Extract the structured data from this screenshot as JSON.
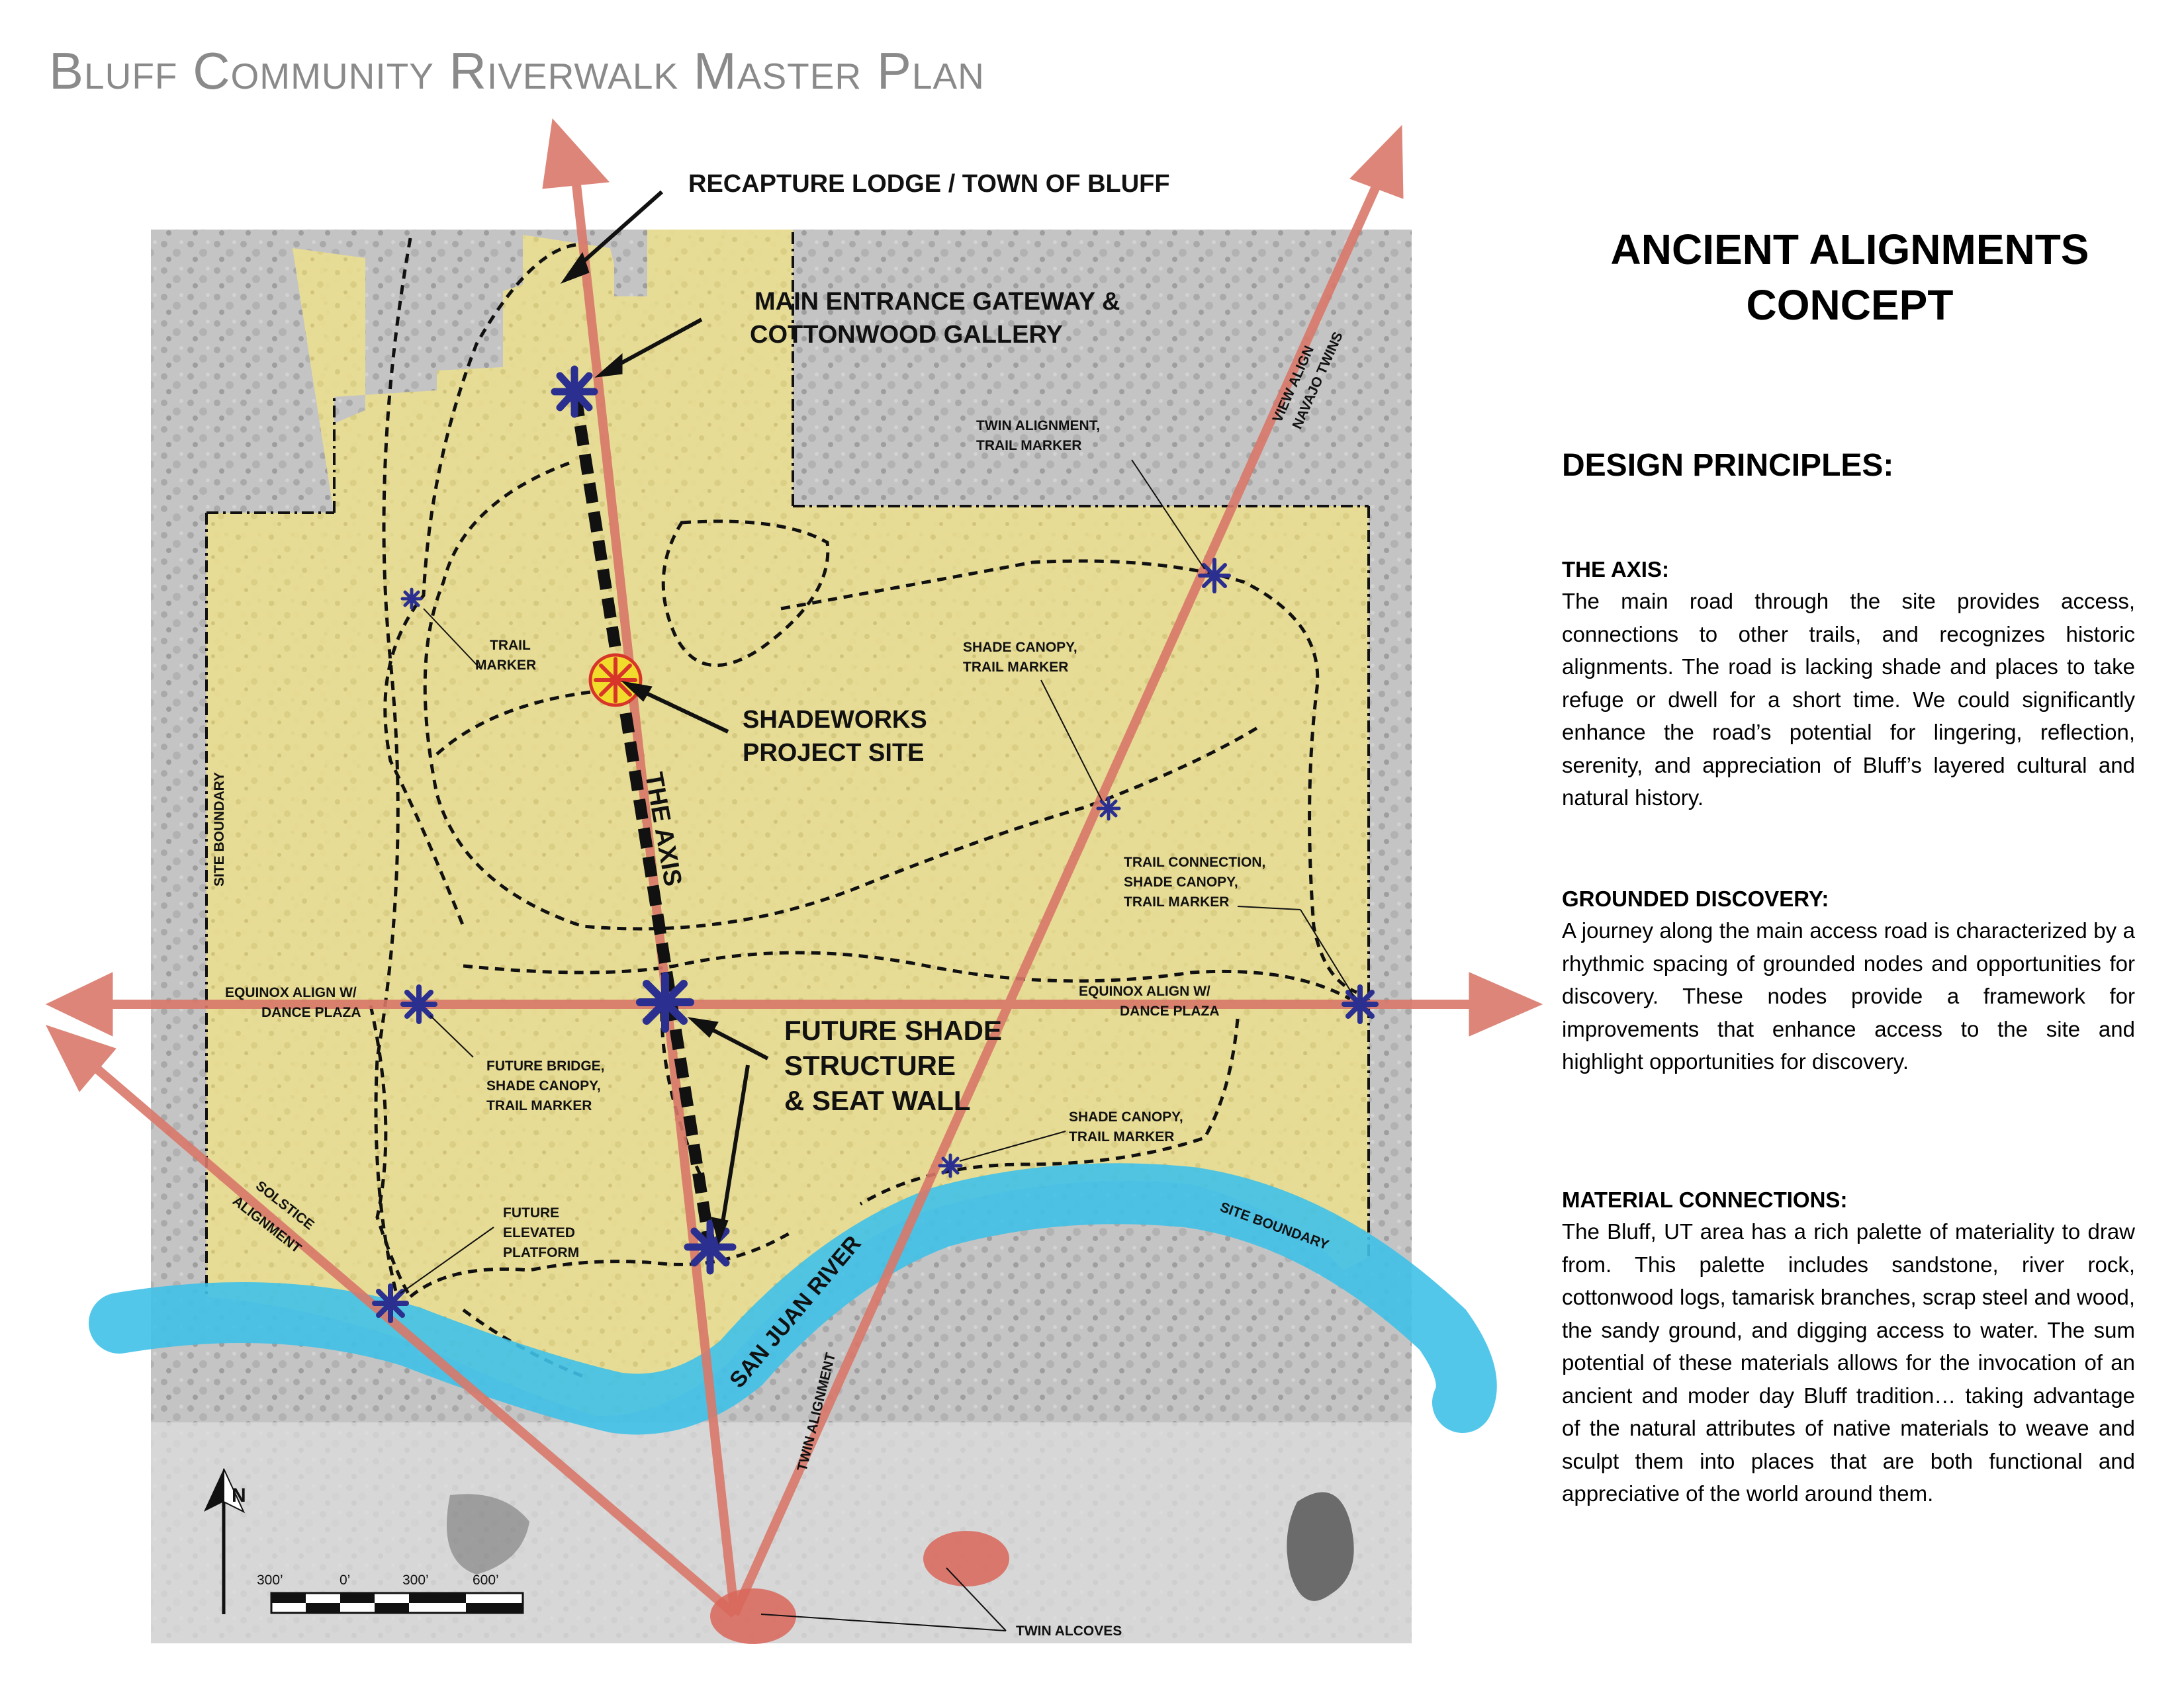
{
  "title": "Bluff Community Riverwalk Master Plan",
  "concept_title": "ANCIENT ALIGNMENTS\nCONCEPT",
  "design_principles_heading": "DESIGN PRINCIPLES:",
  "sections": [
    {
      "heading": "THE AXIS:",
      "body": "The main road through the site provides access, connections to other trails, and recognizes historic alignments. The road is lacking shade and places to take refuge or dwell for a short time.  We could significantly enhance the road’s potential for lingering, reflection, serenity, and appreciation of Bluff’s layered cultural and natural history."
    },
    {
      "heading": "GROUNDED DISCOVERY:",
      "body": "A journey along the main access road is characterized by a rhythmic spacing of grounded nodes and opportunities for discovery.  These nodes provide a framework for improvements that enhance access to the site and highlight opportunities for discovery."
    },
    {
      "heading": "MATERIAL CONNECTIONS:",
      "body": "The Bluff, UT area has a rich palette of materiality to draw from.  This palette includes sandstone, river rock, cottonwood logs, tamarisk branches, scrap steel and wood, the sandy ground, and digging access to water.  The sum potential of these materials allows for the invocation of an ancient and moder day Bluff tradition… taking advantage of the natural attributes of native materials to weave and sculpt them into places that are both functional and appreciative of the world around them."
    }
  ],
  "map_labels": {
    "recapture": "RECAPTURE LODGE / TOWN OF BLUFF",
    "main_entrance_1": "MAIN ENTRANCE GATEWAY &",
    "main_entrance_2": "COTTONWOOD GALLERY",
    "shadeworks_1": "SHADEWORKS",
    "shadeworks_2": "PROJECT SITE",
    "the_axis": "THE AXIS",
    "future_shade_1": "FUTURE SHADE",
    "future_shade_2": "STRUCTURE",
    "future_shade_3": "& SEAT WALL",
    "trail_marker_1": "TRAIL",
    "trail_marker_2": "MARKER",
    "site_boundary_left": "SITE BOUNDARY",
    "site_boundary_right": "SITE BOUNDARY",
    "equinox_left_1": "EQUINOX ALIGN W/",
    "equinox_left_2": "DANCE PLAZA",
    "equinox_right_1": "EQUINOX ALIGN W/",
    "equinox_right_2": "DANCE PLAZA",
    "future_bridge_1": "FUTURE BRIDGE,",
    "future_bridge_2": "SHADE CANOPY,",
    "future_bridge_3": "TRAIL MARKER",
    "future_elevated_1": "FUTURE",
    "future_elevated_2": "ELEVATED",
    "future_elevated_3": "PLATFORM",
    "solstice_1": "SOLSTICE",
    "solstice_2": "ALIGNMENT",
    "twin_alignment_marker_1": "TWIN ALIGNMENT,",
    "twin_alignment_marker_2": "TRAIL MARKER",
    "view_align_1": "VIEW ALIGN",
    "view_align_2": "NAVAJO TWINS",
    "shade_canopy_1a": "SHADE CANOPY,",
    "shade_canopy_1b": "TRAIL MARKER",
    "trail_connection_1": "TRAIL CONNECTION,",
    "trail_connection_2": "SHADE CANOPY,",
    "trail_connection_3": "TRAIL MARKER",
    "shade_canopy_2a": "SHADE CANOPY,",
    "shade_canopy_2b": "TRAIL MARKER",
    "san_juan_river": "SAN JUAN RIVER",
    "twin_alignment": "TWIN ALIGNMENT",
    "twin_alcoves": "TWIN ALCOVES",
    "north": "N"
  },
  "scale_bar": [
    "300’",
    "0’",
    "300’",
    "600’"
  ],
  "colors": {
    "site_fill": "#efe49a",
    "river": "#3fc1e8",
    "alignment_arrow": "#d9786a",
    "node_marker": "#2b2f8f",
    "aerial_bg": "#bdbdbd",
    "title_gray": "#8a8a8a"
  }
}
